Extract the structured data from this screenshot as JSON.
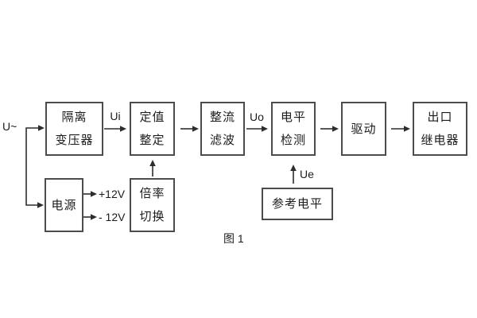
{
  "figure": {
    "caption": "图 1",
    "input_label": "U~",
    "signal_labels": {
      "ui": "Ui",
      "uo": "Uo",
      "ue": "Ue"
    },
    "power_labels": {
      "plus12": "+12V",
      "minus12": "- 12V"
    },
    "blocks": {
      "isolation_transformer": [
        "隔离",
        "变压器"
      ],
      "setting_adjust": [
        "定值",
        "整定"
      ],
      "rectifier_filter": [
        "整流",
        "滤波"
      ],
      "level_detection": [
        "电平",
        "检测"
      ],
      "drive": [
        "驱动"
      ],
      "output_relay": [
        "出口",
        "继电器"
      ],
      "power_supply": [
        "电源"
      ],
      "ratio_switch": [
        "倍率",
        "切换"
      ],
      "reference_level": [
        "参考电平"
      ]
    },
    "colors": {
      "background": "#ffffff",
      "box_border": "#4c4c4c",
      "line": "#2d2d2d",
      "text": "#1c1c1c"
    }
  }
}
